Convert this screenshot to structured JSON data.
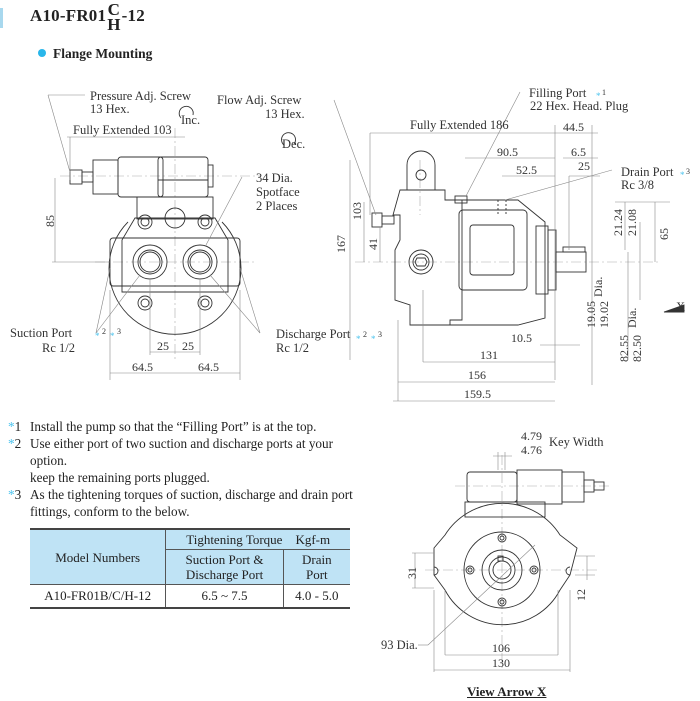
{
  "header": {
    "model_prefix": "A10-FR01",
    "model_variant_top": "C",
    "model_variant_bottom": "H",
    "model_suffix": "-12",
    "subtitle": "Flange Mounting",
    "bullet_color": "#29b6ea"
  },
  "front_view": {
    "pressure_adj_screw": "Pressure Adj. Screw",
    "pressure_adj_hex": "13 Hex.",
    "inc_label": "Inc.",
    "fully_extended": "Fully Extended 103",
    "spotface_line1": "34 Dia.",
    "spotface_line2": "Spotface",
    "spotface_line3": "2 Places",
    "dim_85": "85",
    "suction_port": "Suction Port",
    "suction_port_size": "Rc 1/2",
    "suction_refs": [
      "2",
      "3"
    ],
    "dim_25_left": "25",
    "dim_25_right": "25",
    "dim_64_5_left": "64.5",
    "dim_64_5_right": "64.5"
  },
  "side_view": {
    "flow_adj_screw": "Flow Adj. Screw",
    "flow_adj_hex": "13 Hex.",
    "dec_label": "Dec.",
    "filling_port": "Filling Port",
    "filling_port_ref": "1",
    "filling_port_plug": "22 Hex. Head. Plug",
    "fully_extended": "Fully Extended 186",
    "dim_44_5": "44.5",
    "dim_90_5": "90.5",
    "dim_6_5": "6.5",
    "dim_52_5": "52.5",
    "dim_25": "25",
    "drain_port": "Drain Port",
    "drain_port_ref": "3",
    "drain_port_size": "Rc 3/8",
    "dim_167": "167",
    "dim_103": "103",
    "dim_41": "41",
    "dim_21_24": "21.24",
    "dim_21_08": "21.08",
    "dim_65": "65",
    "shaft_dia_max": "19.05",
    "shaft_dia_min": "19.02",
    "shaft_dia_label": "Dia.",
    "pilot_dia_max": "82.55",
    "pilot_dia_min": "82.50",
    "pilot_dia_label": "Dia.",
    "view_arrow": "X",
    "discharge_port": "Discharge Port",
    "discharge_port_size": "Rc 1/2",
    "discharge_refs": [
      "2",
      "3"
    ],
    "dim_10_5": "10.5",
    "dim_131": "131",
    "dim_156": "156",
    "dim_159_5": "159.5"
  },
  "notes": [
    {
      "marker": "*",
      "num": "1",
      "text": "Install the pump so that the “Filling Port” is at the top."
    },
    {
      "marker": "*",
      "num": "2",
      "text": "Use either port of two suction and discharge ports at your option.",
      "text2": "keep the remaining ports plugged."
    },
    {
      "marker": "*",
      "num": "3",
      "text": "As the tightening torques of suction, discharge and drain port fittings, conform to the below."
    }
  ],
  "torque_table": {
    "col_model": "Model Numbers",
    "col_group": "Tightening Torque    Kgf-m",
    "col_suction_1": "Suction Port &",
    "col_suction_2": "Discharge Port",
    "col_drain_1": "Drain",
    "col_drain_2": "Port",
    "header_bg": "#bfe3f5",
    "rows": [
      {
        "model": "A10-FR01B/C/H-12",
        "suction_discharge": "6.5 ~ 7.5",
        "drain": "4.0 - 5.0"
      }
    ]
  },
  "view_x": {
    "key_width_max": "4.79",
    "key_width_min": "4.76",
    "key_width_label": "Key Width",
    "dim_31": "31",
    "dim_12": "12",
    "dia_93": "93 Dia.",
    "dim_106": "106",
    "dim_130": "130",
    "caption": "View Arrow X"
  }
}
